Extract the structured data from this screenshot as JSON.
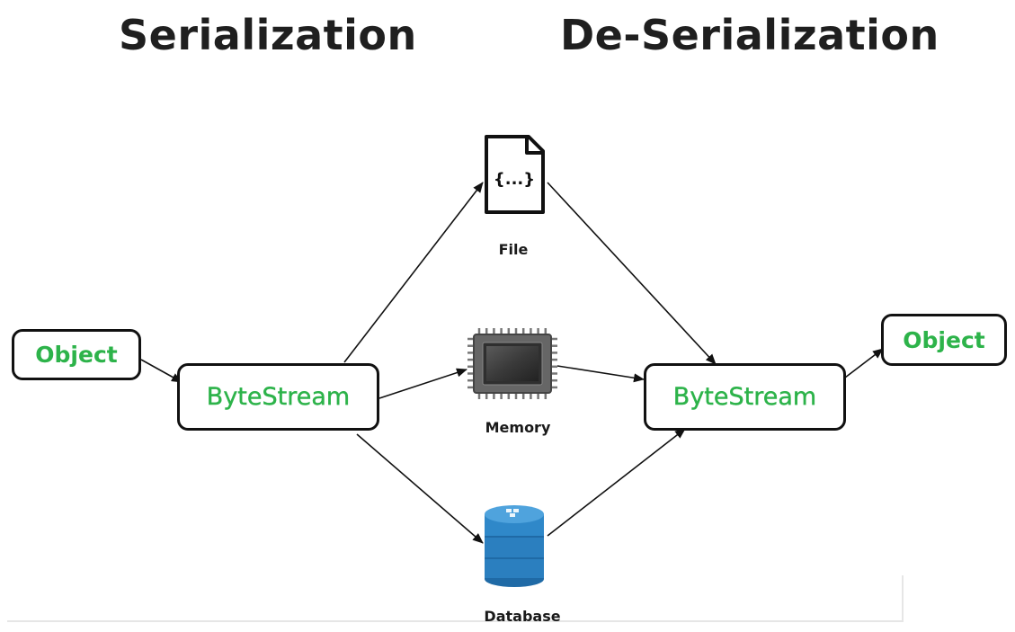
{
  "titles": {
    "serialization": "Serialization",
    "deserialization": "De-Serialization"
  },
  "nodes": {
    "object_source": "Object",
    "bytestream_left": "ByteStream",
    "bytestream_right": "ByteStream",
    "object_target": "Object"
  },
  "storage": {
    "file": {
      "label": "File",
      "glyph": "{...}",
      "icon": "file-icon"
    },
    "memory": {
      "label": "Memory",
      "icon": "memory-chip-icon"
    },
    "database": {
      "label": "Database",
      "icon": "database-icon"
    }
  },
  "colors": {
    "node_text": "#2db34a",
    "outline": "#111111",
    "database_blue": "#2b7fbf"
  }
}
